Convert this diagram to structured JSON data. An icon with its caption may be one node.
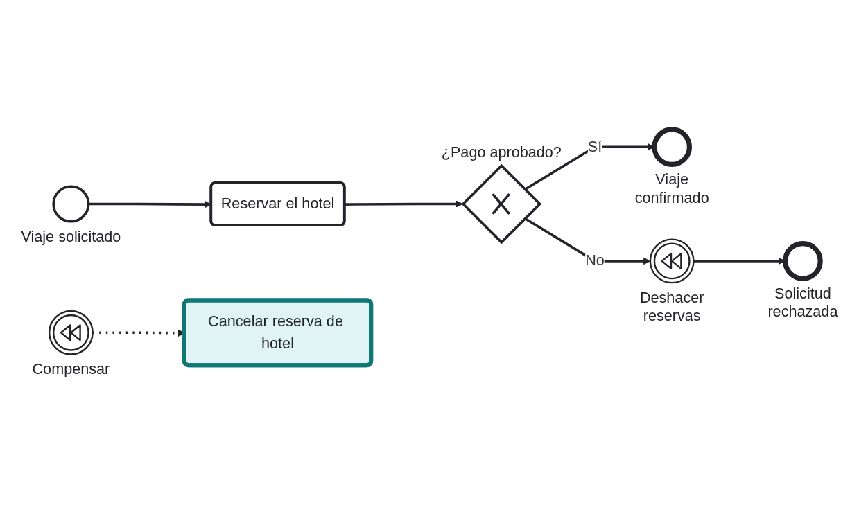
{
  "diagram": {
    "nodes": [
      {
        "text": [],
        "shape": "circle",
        "beside": [
          "Viaje solicitado"
        ]
      },
      {
        "text": [
          "Reservar el hotel"
        ]
      },
      {
        "text": [],
        "shape": "circle",
        "beside": [
          "Compensar"
        ]
      },
      {
        "text": [],
        "shape": "diamond",
        "beside": [
          "¿Pago aprobado?"
        ]
      },
      {
        "text": [],
        "shape": "circle",
        "beside": [
          "Viaje confirmado"
        ]
      },
      {
        "text": [],
        "shape": "circle",
        "beside": [
          "Deshacer reservas"
        ]
      },
      {
        "text": [],
        "shape": "circle",
        "beside": [
          "Solicitud rechazada"
        ]
      },
      {
        "text": [
          "Cancelar reserva de hotel"
        ]
      }
    ],
    "edges": [
      {
        "from": 0,
        "to": 1,
        "arrow": "to"
      },
      {
        "from": 1,
        "to": 3,
        "arrow": "to"
      },
      {
        "from": 3,
        "to": 4,
        "arrow": "to",
        "label": "Sí"
      },
      {
        "from": 3,
        "to": 5,
        "arrow": "to",
        "label": "No"
      },
      {
        "from": 5,
        "to": 6,
        "arrow": "to"
      },
      {
        "from": 2,
        "to": 7,
        "arrow": "to",
        "style": "dashed"
      }
    ]
  }
}
